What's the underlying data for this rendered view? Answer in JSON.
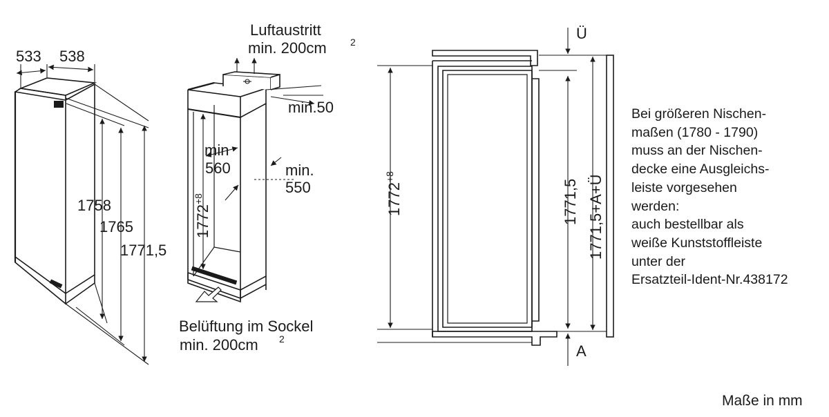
{
  "labels": {
    "width_a": "533",
    "width_b": "538",
    "height_1": "1758",
    "height_2": "1765",
    "height_3": "1771,5",
    "air_out_title": "Luftaustritt",
    "air_out_value": "min. 200cm",
    "air_out_unit_sup": "2",
    "min_50": "min.50",
    "min_560_a": "min",
    "min_560_b": "560",
    "min_550_a": "min.",
    "min_550_b": "550",
    "niche_height_side": "1772",
    "niche_height_sup": "+8",
    "vent_title": "Belüftung im Sockel",
    "vent_value": "min. 200cm",
    "vent_unit_sup": "2",
    "niche_height_section": "1772",
    "section_height": "1771,5",
    "section_height_total": "1771,5+A+Ü",
    "label_u": "Ü",
    "label_a": "A"
  },
  "note": {
    "lines": [
      "Bei größeren Nischen-",
      "maßen (1780 - 1790)",
      "muss an der Nischen-",
      "decke eine Ausgleichs-",
      "leiste vorgesehen",
      "werden:",
      "auch bestellbar als",
      "weiße Kunststoffleiste",
      "unter der",
      "Ersatzteil-Ident-Nr.438172"
    ]
  },
  "units_label": "Maße in mm"
}
